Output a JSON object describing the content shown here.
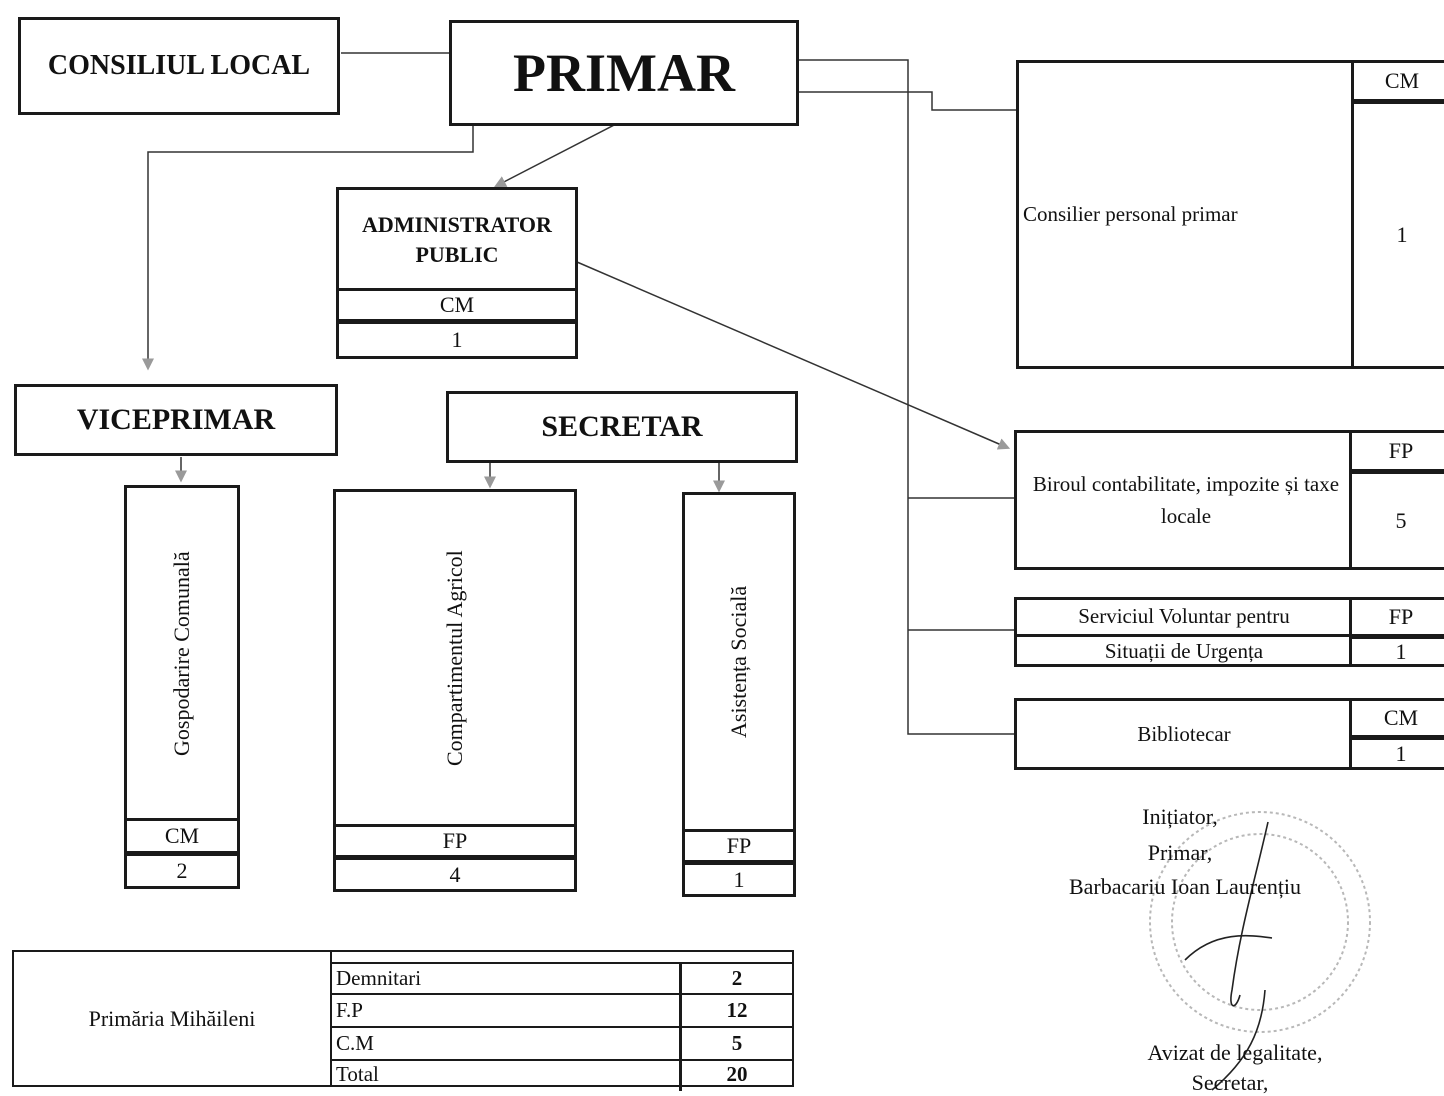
{
  "top": {
    "consiliul": "CONSILIUL LOCAL",
    "primar": "PRIMAR",
    "administrator": "ADMINISTRATOR PUBLIC",
    "administrator_type": "CM",
    "administrator_count": "1",
    "viceprimar": "VICEPRIMAR",
    "secretar": "SECRETAR"
  },
  "departments": {
    "gospodarire": {
      "label": "Gospodarire Comunală",
      "type": "CM",
      "count": "2"
    },
    "agricol": {
      "label": "Compartimentul Agricol",
      "type": "FP",
      "count": "4"
    },
    "asistenta": {
      "label": "Asistența Socială",
      "type": "FP",
      "count": "1"
    }
  },
  "right": {
    "consilier": {
      "label": "Consilier personal primar",
      "type": "CM",
      "count": "1"
    },
    "biroul": {
      "label": "Biroul contabilitate, impozite și taxe locale",
      "type": "FP",
      "count": "5"
    },
    "serviciul": {
      "label1": "Serviciul Voluntar pentru",
      "label2": "Situații de Urgența",
      "type": "FP",
      "count": "1"
    },
    "bibliotecar": {
      "label": "Bibliotecar",
      "type": "CM",
      "count": "1"
    }
  },
  "summary": {
    "title": "Primăria Mihăileni",
    "rows": [
      {
        "label": "Demnitari",
        "value": "2"
      },
      {
        "label": "F.P",
        "value": "12"
      },
      {
        "label": "C.M",
        "value": "5"
      },
      {
        "label": "Total",
        "value": "20"
      }
    ]
  },
  "signature": {
    "initiator": "Inițiator,",
    "primar": "Primar,",
    "name": "Barbacariu Ioan Laurențiu",
    "avizat": "Avizat de legalitate,",
    "secretar": "Secretar,"
  }
}
